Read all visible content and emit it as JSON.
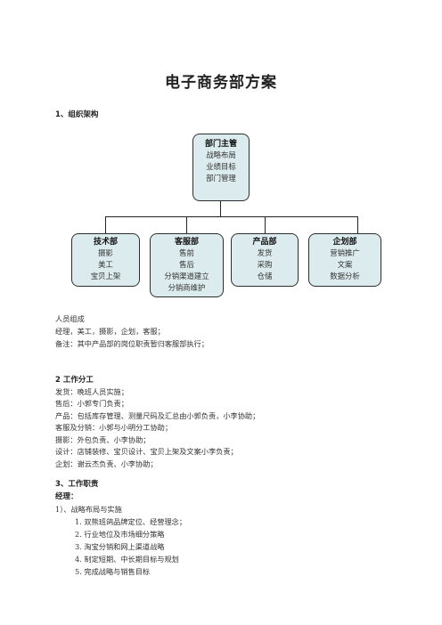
{
  "title": "电子商务部方案",
  "section1": {
    "heading": "1、组织架构",
    "org": {
      "head": {
        "title": "部门主管",
        "items": [
          "战略布局",
          "业绩目标",
          "部门管理"
        ]
      },
      "departments": [
        {
          "title": "技术部",
          "items": [
            "摄影",
            "美工",
            "宝贝上架"
          ]
        },
        {
          "title": "客服部",
          "items": [
            "售前",
            "售后",
            "分销渠道建立",
            "分销商维护"
          ]
        },
        {
          "title": "产品部",
          "items": [
            "发货",
            "采购",
            "仓储"
          ]
        },
        {
          "title": "企划部",
          "items": [
            "营销推广",
            "文案",
            "数据分析"
          ]
        }
      ]
    },
    "staff": [
      "人员组成",
      "经理，美工，摄影，企划，客服；",
      "备注：其中产品部的岗位职责暂归客服部执行；"
    ]
  },
  "section2": {
    "heading": "2 工作分工",
    "lines": [
      "发货：晚班人员实施；",
      "售后：小郭专门负责；",
      "产品：包括库存管理、测量尺码及汇总由小郭负责，小李协助；",
      "客服及分销：小郭与小明分工协助；",
      "摄影：外包负责、小李协助；",
      "设计：店铺装修、宝贝设计、宝贝上架及文案小李负责；",
      "企划：谢云杰负责、小李协助；"
    ]
  },
  "section3": {
    "heading": "3、工作职责",
    "role": "经理：",
    "item1": "1）、战略布局与实施",
    "subitems": [
      "1. 双熊班鸽品牌定位、经营理念；",
      "2. 行业地位及市场细分策略",
      "3. 淘宝分销和网上渠道战略",
      "4. 制定短期、中长期目标与规划",
      "5. 完成战略与销售目标"
    ]
  }
}
